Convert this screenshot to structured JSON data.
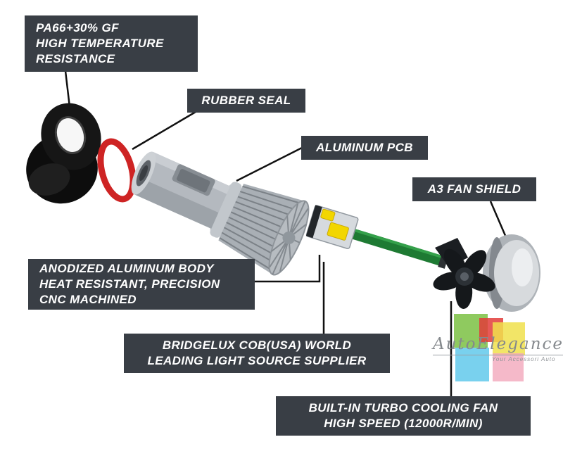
{
  "labels": {
    "pa66": {
      "lines": [
        "PA66+30% GF",
        "HIGH TEMPERATURE",
        "RESISTANCE"
      ]
    },
    "rubber_seal": "RUBBER SEAL",
    "aluminum_pcb": "ALUMINUM PCB",
    "fan_shield": "A3 FAN SHIELD",
    "anodized": {
      "lines": [
        "ANODIZED ALUMINUM BODY",
        "HEAT RESISTANT, PRECISION",
        "CNC MACHINED"
      ]
    },
    "bridgelux": {
      "lines": [
        "BRIDGELUX COB(USA) WORLD",
        "LEADING LIGHT SOURCE SUPPLIER"
      ]
    },
    "cooling_fan": {
      "lines": [
        "BUILT-IN TURBO COOLING FAN",
        "HIGH SPEED (12000R/MIN)"
      ]
    }
  },
  "watermark": {
    "brand": "AutoElegance",
    "tagline": "Your Accessori Auto"
  },
  "colors": {
    "label_bg": "#393e45",
    "label_text": "#ffffff",
    "connector": "#111111",
    "seal_red": "#ce2424",
    "pcb_green": "#1e7a33",
    "led_yellow": "#f2d600"
  }
}
